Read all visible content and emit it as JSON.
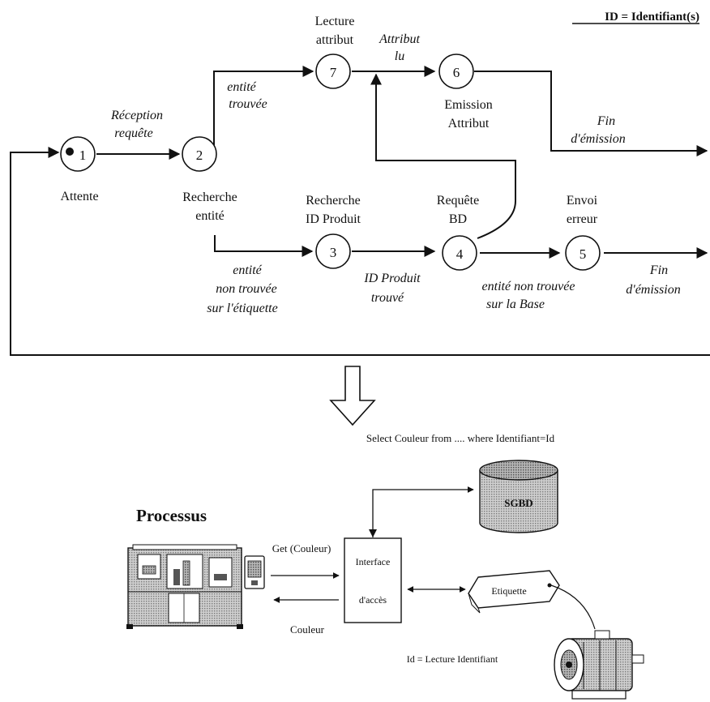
{
  "legend": "ID = Identifiant(s)",
  "states": [
    {
      "num": "1",
      "label": [
        "Attente"
      ]
    },
    {
      "num": "2",
      "label": [
        "Recherche",
        "entité"
      ]
    },
    {
      "num": "3",
      "label": [
        "Recherche",
        "ID Produit"
      ]
    },
    {
      "num": "4",
      "label": [
        "Requête",
        "BD"
      ]
    },
    {
      "num": "5",
      "label": [
        "Envoi",
        "erreur"
      ]
    },
    {
      "num": "6",
      "label": [
        "Lecture",
        "attribut"
      ]
    },
    {
      "num": "7",
      "label": [
        "Emission",
        "Attribut"
      ]
    }
  ],
  "transitions": {
    "t1_2": [
      "Réception",
      "requête"
    ],
    "t2_6": [
      "entité",
      "trouvée"
    ],
    "t6_7": [
      "Attribut",
      "lu"
    ],
    "t7_out": [
      "Fin",
      "d'émission"
    ],
    "t2_3": [
      "entité",
      "non trouvée",
      "sur l'étiquette"
    ],
    "t3_4": [
      "ID Produit",
      "trouvé"
    ],
    "t4_5": [
      "entité non trouvée",
      "sur la Base"
    ],
    "t5_out": [
      "Fin",
      "d'émission"
    ]
  },
  "lower": {
    "query": "Select Couleur from .... where Identifiant=Id",
    "processus_title": "Processus",
    "sgbd": "SGBD",
    "get_label": "Get (Couleur)",
    "interface": [
      "Interface",
      "d'accès"
    ],
    "couleur_label": "Couleur",
    "etiquette": "Etiquette",
    "id_label": "Id = Lecture Identifiant"
  }
}
